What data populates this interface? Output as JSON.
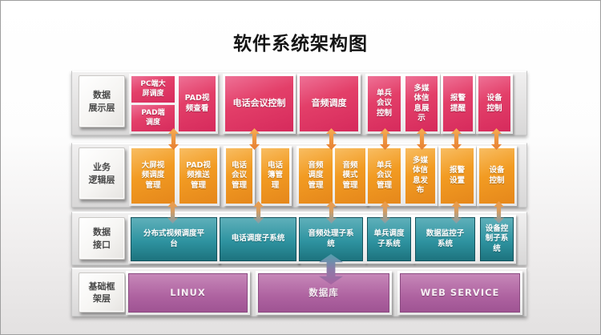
{
  "title": "软件系统架构图",
  "colors": {
    "display_layer_box": "#e23a68",
    "logic_layer_box": "#f29a20",
    "interface_layer_box": "#2e93a0",
    "framework_layer_box": "#ae62a0",
    "arrow_orange": "#ef9741",
    "arrow_slate": "#7f9fae",
    "arrow_teal_purple_top": "#53a0ae",
    "arrow_teal_purple_bottom": "#a763a1"
  },
  "layers": [
    {
      "label": "数据\n展示层",
      "boxes": [
        "PC端大\n屏调度",
        "PAD端\n调度",
        "PAD视\n频查看",
        "电话会议控制",
        "音频调度",
        "单兵\n会议\n控制",
        "多媒\n体信\n息展\n示",
        "报警\n提醒",
        "设备\n控制"
      ]
    },
    {
      "label": "业务\n逻辑层",
      "boxes": [
        "大屏视\n频调度\n管理",
        "PAD视\n频推送\n管理",
        "电话\n会议\n管理",
        "电话\n簿管\n理",
        "音频\n调度\n管理",
        "音频\n模式\n管理",
        "单兵\n会议\n管理",
        "多媒\n体信\n息发\n布",
        "报警\n设置",
        "设备\n控制"
      ]
    },
    {
      "label": "数据\n接口",
      "boxes": [
        "分布式视频调度平\n台",
        "电话调度子系统",
        "音频处理子系\n统",
        "单兵调度\n子系统",
        "数据监控子\n系统",
        "设备控\n制子系\n统"
      ]
    },
    {
      "label": "基础框\n架层",
      "boxes": [
        "LINUX",
        "数据库",
        "WEB SERVICE"
      ]
    }
  ]
}
